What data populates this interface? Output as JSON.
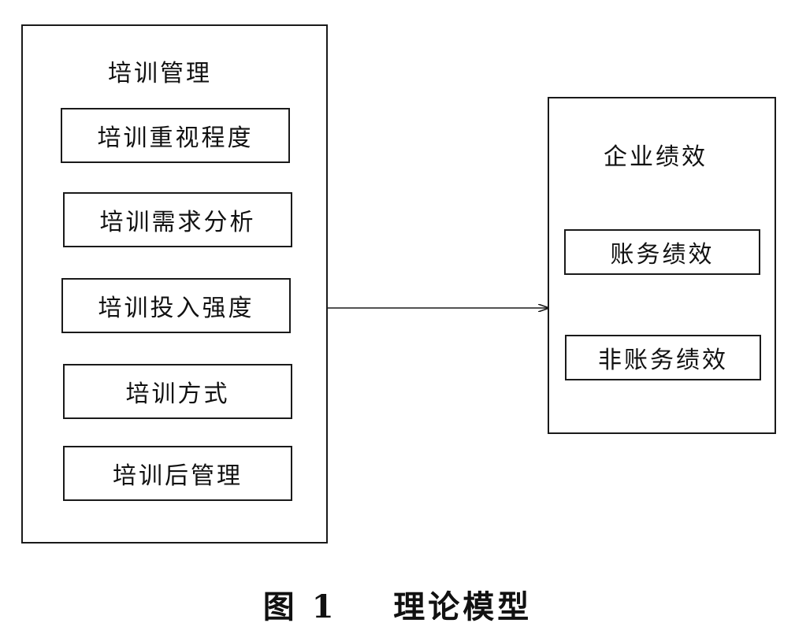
{
  "left_group": {
    "title": "培训管理",
    "items": [
      "培训重视程度",
      "培训需求分析",
      "培训投入强度",
      "培训方式",
      "培训后管理"
    ]
  },
  "right_group": {
    "title": "企业绩效",
    "items": [
      "账务绩效",
      "非账务绩效"
    ]
  },
  "caption": {
    "number": "图 1",
    "title": "理论模型"
  }
}
